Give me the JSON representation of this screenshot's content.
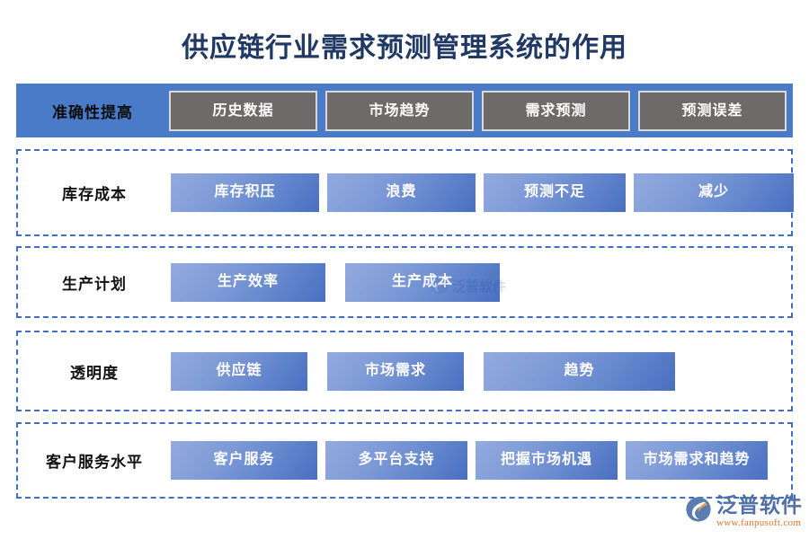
{
  "page": {
    "title": "供应链行业需求预测管理系统的作用",
    "background_color": "#ffffff",
    "title_color": "#1f3864"
  },
  "colors": {
    "header_row_bg": "#4a7bc8",
    "dashed_border": "#3f6fc4",
    "gray_chip_bg": "#6e6a6a",
    "gray_chip_border": "#d9d9d9",
    "blue_chip_light": "#93aade",
    "blue_chip_dark": "#4a6fc0",
    "chip_text": "#ffffff",
    "brand_name_color": "#4f6fa8",
    "brand_url_color": "#e8722c"
  },
  "rows": [
    {
      "label": "准确性提高",
      "style": "header",
      "items": [
        {
          "label": "历史数据"
        },
        {
          "label": "市场趋势"
        },
        {
          "label": "需求预测"
        },
        {
          "label": "预测误差"
        }
      ]
    },
    {
      "label": "库存成本",
      "style": "dashed",
      "items": [
        {
          "label": "库存积压"
        },
        {
          "label": "浪费"
        },
        {
          "label": "预测不足"
        },
        {
          "label": "减少"
        }
      ]
    },
    {
      "label": "生产计划",
      "style": "dashed",
      "items": [
        {
          "label": "生产效率"
        },
        {
          "label": "生产成本"
        }
      ]
    },
    {
      "label": "透明度",
      "style": "dashed",
      "items": [
        {
          "label": "供应链"
        },
        {
          "label": "市场需求"
        },
        {
          "label": "趋势"
        }
      ]
    },
    {
      "label": "客户服务水平",
      "style": "dashed",
      "items": [
        {
          "label": "客户服务"
        },
        {
          "label": "多平台支持"
        },
        {
          "label": "把握市场机遇"
        },
        {
          "label": "市场需求和趋势"
        }
      ]
    }
  ],
  "watermark": {
    "text": "泛普软件",
    "icon": "fanpu-logo-icon"
  },
  "brand": {
    "name": "泛普软件",
    "url": "www.fanpusoft.com",
    "icon": "fanpu-logo-icon"
  }
}
